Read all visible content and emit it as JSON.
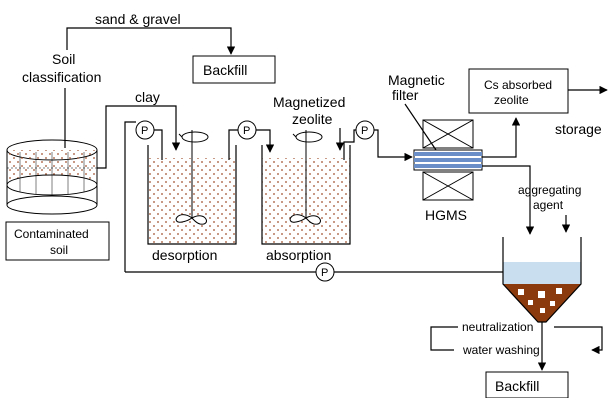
{
  "labels": {
    "sand_gravel": "sand & gravel",
    "soil": "Soil",
    "classification": "classification",
    "backfill_top": "Backfill",
    "clay": "clay",
    "magnetized": "Magnetized",
    "zeolite": "zeolite",
    "magnetic": "Magnetic",
    "filter": "filter",
    "cs_line1": "Cs absorbed",
    "cs_line2": "zeolite",
    "storage": "storage",
    "aggregating": "aggregating",
    "agent": "agent",
    "hgms": "HGMS",
    "contaminated": "Contaminated",
    "soil_lower": "soil",
    "desorption": "desorption",
    "absorption": "absorption",
    "neutralization": "neutralization",
    "water_washing": "water washing",
    "backfill_bottom": "Backfill",
    "pump": "P"
  },
  "colors": {
    "soil_dots": "#a0522d",
    "water": "#c9dff0",
    "sludge": "#8b3a0e",
    "filter_blue": "#6a8fc8"
  }
}
